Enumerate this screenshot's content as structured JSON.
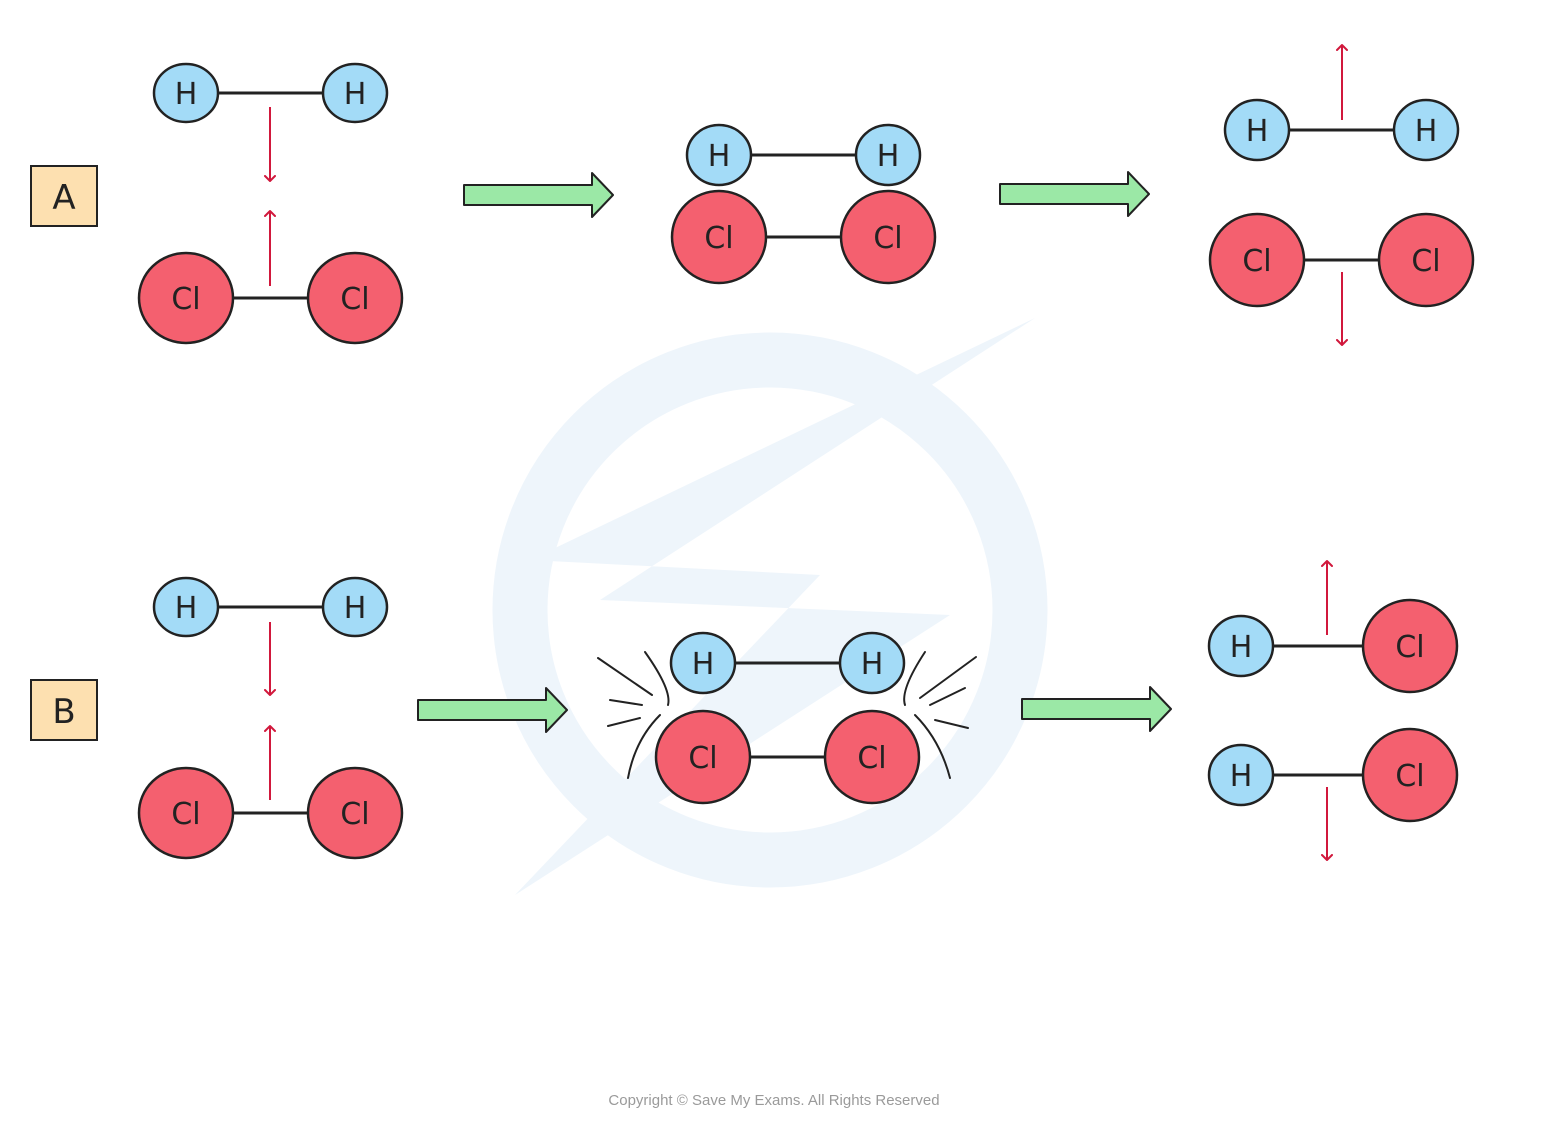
{
  "colors": {
    "hydrogen": "#a3dbf7",
    "chlorine": "#f4606f",
    "label_box": "#fde0b0",
    "arrow_green": "#9be8a6",
    "arrow_red": "#d1183c",
    "outline": "#222222",
    "watermark": "#eef5fb"
  },
  "atoms": {
    "hydrogen": "H",
    "chlorine": "Cl"
  },
  "panels": {
    "a": {
      "label": "A"
    },
    "b": {
      "label": "B"
    }
  },
  "copyright": "Copyright © Save My Exams. All Rights Reserved"
}
